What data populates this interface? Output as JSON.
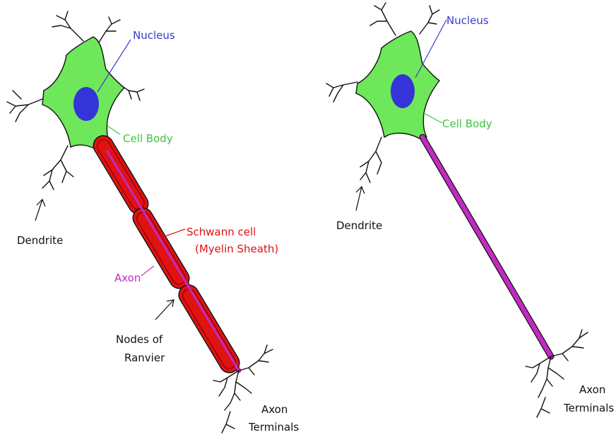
{
  "left_neuron": {
    "nucleus_label": "Nucleus",
    "cell_body_label": "Cell Body",
    "dendrite_label": "Dendrite",
    "axon_label": "Axon",
    "schwann_label_line1": "Schwann cell",
    "schwann_label_line2": "(Myelin Sheath)",
    "nodes_label_line1": "Nodes of",
    "nodes_label_line2": "Ranvier",
    "terminals_label_line1": "Axon",
    "terminals_label_line2": "Terminals"
  },
  "right_neuron": {
    "nucleus_label": "Nucleus",
    "cell_body_label": "Cell Body",
    "dendrite_label": "Dendrite",
    "terminals_label_line1": "Axon",
    "terminals_label_line2": "Terminals"
  },
  "colors": {
    "cell_body": "#6ee85a",
    "nucleus": "#3434d8",
    "axon": "#c22ac2",
    "myelin": "#e01212",
    "label_nucleus": "#3a3acc",
    "label_cell_body": "#3fc43f",
    "label_schwann": "#e01010",
    "label_axon": "#c22ac2"
  }
}
